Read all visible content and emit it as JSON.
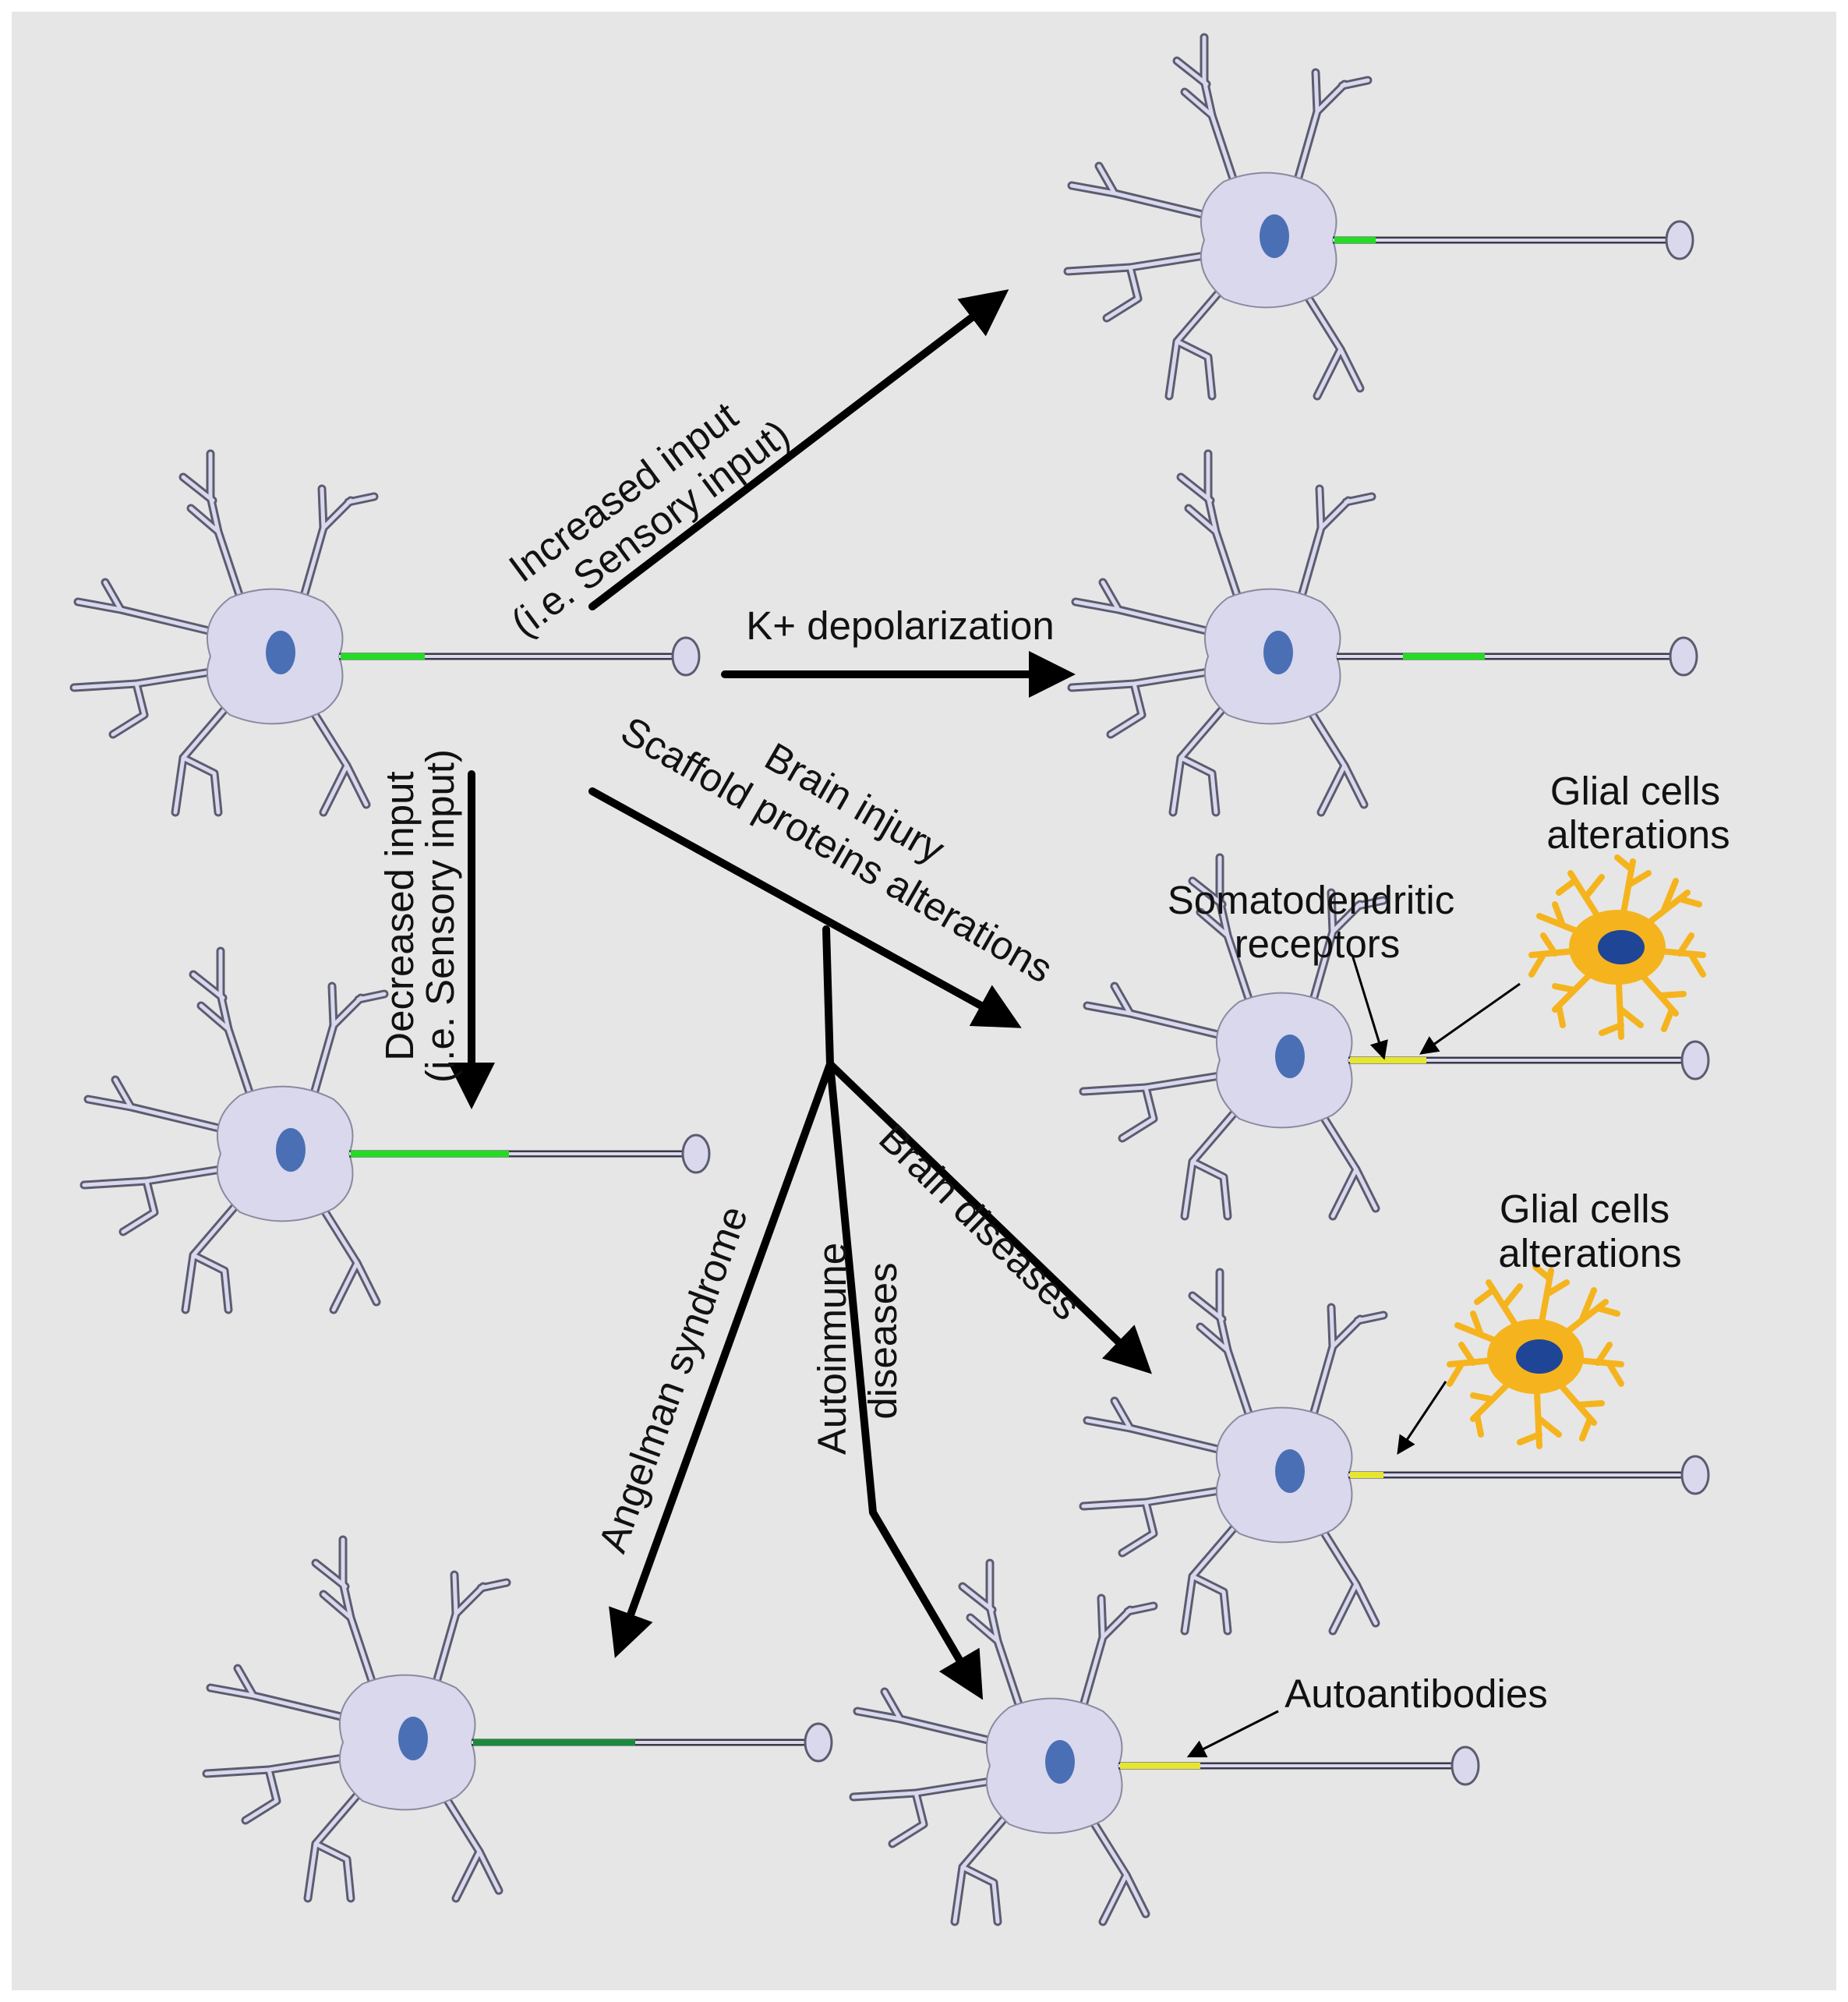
{
  "labels": {
    "increased_line1": "Increased input",
    "increased_line2": "(i.e. Sensory input)",
    "k_depolarization": "K+ depolarization",
    "decreased_line1": "Decreased input",
    "decreased_line2": "(i.e. Sensory input)",
    "brain_injury": "Brain injury",
    "scaffold": "Scaffold proteins alterations",
    "somato_line1": "Somatodendritic",
    "somato_line2": "receptors",
    "glial1_line1": "Glial cells",
    "glial1_line2": "alterations",
    "glial2_line1": "Glial cells",
    "glial2_line2": "alterations",
    "brain_diseases": "Brain diseases",
    "angelman": "Angelman syndrome",
    "autoimmune_line1": "Autoinmune",
    "autoimmune_line2": "diseases",
    "autoantibodies": "Autoantibodies"
  },
  "colors": {
    "background": "#e6e6e6",
    "neuron_fill": "#d9d8ec",
    "neuron_outline": "#5c5c70",
    "nucleus": "#4a6fb5",
    "ais_bright_green": "#22dd22",
    "ais_dark_green": "#1c8a3c",
    "ais_yellow": "#e6e62e",
    "glia": "#f5b41e",
    "glia_nucleus": "#1f4596",
    "arrow": "#000000"
  },
  "neurons": [
    {
      "id": "neuron-source",
      "ais": "bright-green"
    },
    {
      "id": "neuron-increased",
      "ais": "bright-green"
    },
    {
      "id": "neuron-k-depolarization",
      "ais": "bright-green"
    },
    {
      "id": "neuron-decreased",
      "ais": "bright-green"
    },
    {
      "id": "neuron-brain-injury",
      "ais": "yellow"
    },
    {
      "id": "neuron-brain-diseases",
      "ais": "yellow"
    },
    {
      "id": "neuron-angelman",
      "ais": "dark-green"
    },
    {
      "id": "neuron-autoimmune",
      "ais": "yellow"
    }
  ]
}
